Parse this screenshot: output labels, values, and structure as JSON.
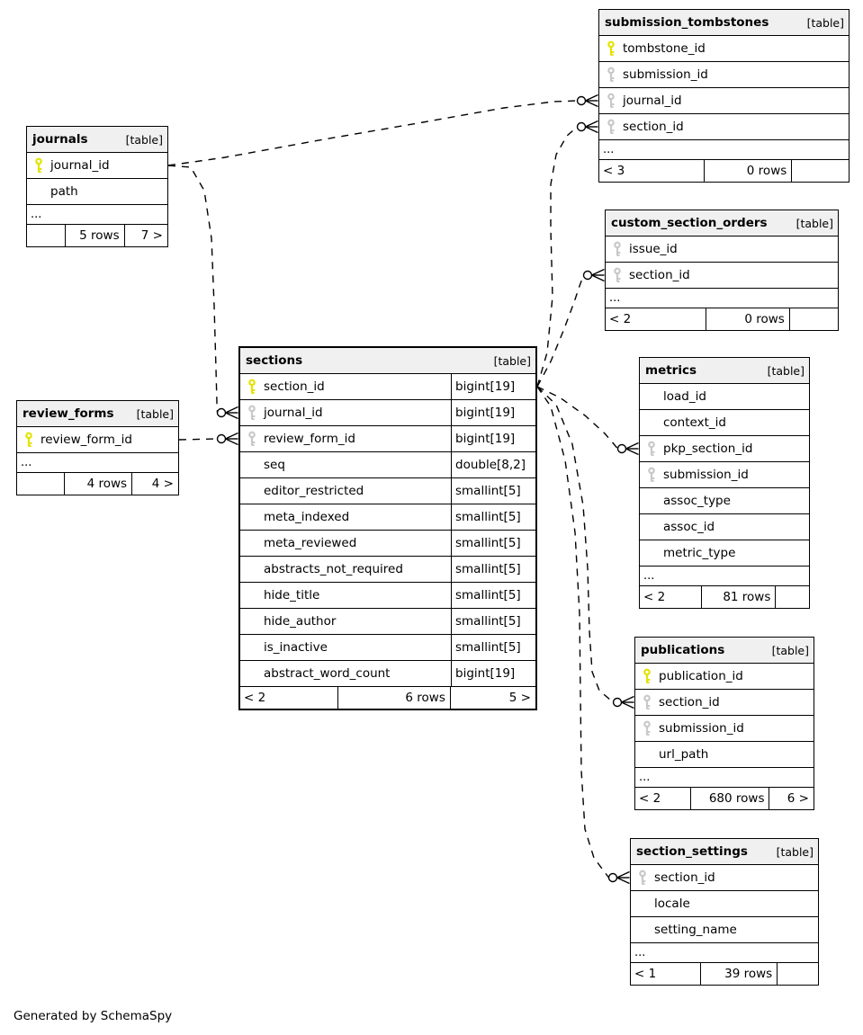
{
  "footer_note": "Generated by SchemaSpy",
  "colors": {
    "primary_key": "#e3e300",
    "foreign_key": "#c8c8c8",
    "header_bg": "#f0f0f0",
    "line": "#000000"
  },
  "tables": [
    {
      "name": "submission_tombstones",
      "tag": "[table]",
      "columns": [
        {
          "name": "tombstone_id",
          "key": "pk"
        },
        {
          "name": "submission_id",
          "key": "fk"
        },
        {
          "name": "journal_id",
          "key": "fk"
        },
        {
          "name": "section_id",
          "key": "fk"
        }
      ],
      "ellipsis": "...",
      "footer": {
        "left": "< 3",
        "center": "0 rows",
        "right": ""
      }
    },
    {
      "name": "journals",
      "tag": "[table]",
      "columns": [
        {
          "name": "journal_id",
          "key": "pk"
        },
        {
          "name": "path",
          "key": ""
        }
      ],
      "ellipsis": "...",
      "footer": {
        "left": "",
        "center": "5 rows",
        "right": "7 >"
      }
    },
    {
      "name": "custom_section_orders",
      "tag": "[table]",
      "columns": [
        {
          "name": "issue_id",
          "key": "fk"
        },
        {
          "name": "section_id",
          "key": "fk"
        }
      ],
      "ellipsis": "...",
      "footer": {
        "left": "< 2",
        "center": "0 rows",
        "right": ""
      }
    },
    {
      "name": "sections",
      "tag": "[table]",
      "columns": [
        {
          "name": "section_id",
          "key": "pk",
          "type": "bigint[19]"
        },
        {
          "name": "journal_id",
          "key": "fk",
          "type": "bigint[19]"
        },
        {
          "name": "review_form_id",
          "key": "fk",
          "type": "bigint[19]"
        },
        {
          "name": "seq",
          "key": "",
          "type": "double[8,2]"
        },
        {
          "name": "editor_restricted",
          "key": "",
          "type": "smallint[5]"
        },
        {
          "name": "meta_indexed",
          "key": "",
          "type": "smallint[5]"
        },
        {
          "name": "meta_reviewed",
          "key": "",
          "type": "smallint[5]"
        },
        {
          "name": "abstracts_not_required",
          "key": "",
          "type": "smallint[5]"
        },
        {
          "name": "hide_title",
          "key": "",
          "type": "smallint[5]"
        },
        {
          "name": "hide_author",
          "key": "",
          "type": "smallint[5]"
        },
        {
          "name": "is_inactive",
          "key": "",
          "type": "smallint[5]"
        },
        {
          "name": "abstract_word_count",
          "key": "",
          "type": "bigint[19]"
        }
      ],
      "ellipsis": null,
      "footer": {
        "left": "< 2",
        "center": "6 rows",
        "right": "5 >"
      }
    },
    {
      "name": "review_forms",
      "tag": "[table]",
      "columns": [
        {
          "name": "review_form_id",
          "key": "pk"
        }
      ],
      "ellipsis": "...",
      "footer": {
        "left": "",
        "center": "4 rows",
        "right": "4 >"
      }
    },
    {
      "name": "metrics",
      "tag": "[table]",
      "columns": [
        {
          "name": "load_id",
          "key": ""
        },
        {
          "name": "context_id",
          "key": ""
        },
        {
          "name": "pkp_section_id",
          "key": "fk"
        },
        {
          "name": "submission_id",
          "key": "fk"
        },
        {
          "name": "assoc_type",
          "key": ""
        },
        {
          "name": "assoc_id",
          "key": ""
        },
        {
          "name": "metric_type",
          "key": ""
        }
      ],
      "ellipsis": "...",
      "footer": {
        "left": "< 2",
        "center": "81 rows",
        "right": ""
      }
    },
    {
      "name": "publications",
      "tag": "[table]",
      "columns": [
        {
          "name": "publication_id",
          "key": "pk"
        },
        {
          "name": "section_id",
          "key": "fk"
        },
        {
          "name": "submission_id",
          "key": "fk"
        },
        {
          "name": "url_path",
          "key": ""
        }
      ],
      "ellipsis": "...",
      "footer": {
        "left": "< 2",
        "center": "680 rows",
        "right": "6 >"
      }
    },
    {
      "name": "section_settings",
      "tag": "[table]",
      "columns": [
        {
          "name": "section_id",
          "key": "fk"
        },
        {
          "name": "locale",
          "key": ""
        },
        {
          "name": "setting_name",
          "key": ""
        }
      ],
      "ellipsis": "...",
      "footer": {
        "left": "< 1",
        "center": "39 rows",
        "right": ""
      }
    }
  ],
  "relationships": [
    {
      "from": "journals.journal_id",
      "to": "submission_tombstones.journal_id"
    },
    {
      "from": "journals.journal_id",
      "to": "sections.journal_id"
    },
    {
      "from": "review_forms.review_form_id",
      "to": "sections.review_form_id"
    },
    {
      "from": "sections.section_id",
      "to": "submission_tombstones.section_id"
    },
    {
      "from": "sections.section_id",
      "to": "custom_section_orders.section_id"
    },
    {
      "from": "sections.section_id",
      "to": "metrics.pkp_section_id"
    },
    {
      "from": "sections.section_id",
      "to": "publications.section_id"
    },
    {
      "from": "sections.section_id",
      "to": "section_settings.section_id"
    }
  ]
}
